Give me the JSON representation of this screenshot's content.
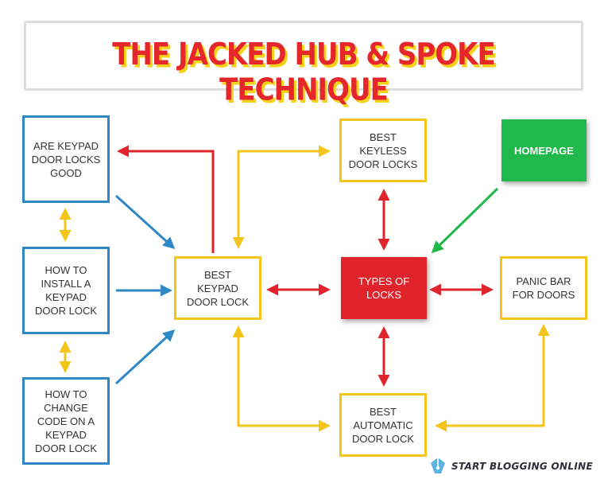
{
  "title": "THE JACKED HUB & SPOKE TECHNIQUE",
  "nodes": {
    "are_keypad_good": "ARE KEYPAD\nDOOR LOCKS\nGOOD",
    "how_to_install": "HOW TO\nINSTALL A\nKEYPAD\nDOOR LOCK",
    "how_to_change_code": "HOW TO\nCHANGE\nCODE ON A\nKEYPAD\nDOOR LOCK",
    "best_keypad": "BEST\nKEYPAD\nDOOR LOCK",
    "best_keyless": "BEST\nKEYLESS\nDOOR LOCKS",
    "homepage": "HOMEPAGE",
    "types_of_locks": "TYPES OF\nLOCKS",
    "panic_bar": "PANIC BAR\nFOR DOORS",
    "best_automatic": "BEST\nAUTOMATIC\nDOOR LOCK"
  },
  "brand": "START BLOGGING ONLINE",
  "colors": {
    "red": "#e1242b",
    "yellow": "#f3c51a",
    "blue": "#2e88c6",
    "green": "#1fb84a"
  }
}
